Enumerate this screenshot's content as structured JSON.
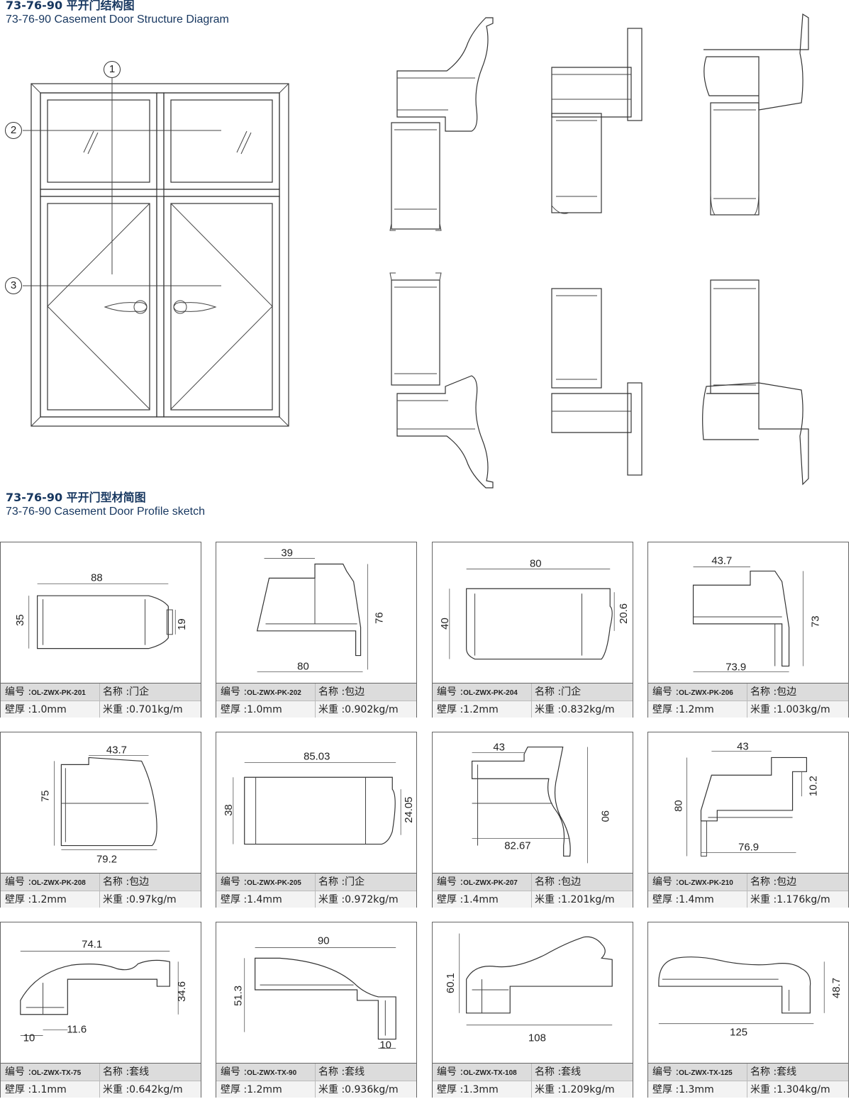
{
  "structure_section": {
    "title_zh": "73-76-90 平开门结构图",
    "title_en": "73-76-90 Casement Door Structure Diagram",
    "callouts": [
      "1",
      "2",
      "3"
    ]
  },
  "profile_section": {
    "title_zh": "73-76-90 平开门型材简图",
    "title_en": "73-76-90 Casement Door Profile sketch"
  },
  "labels": {
    "code_label": "编号 :",
    "name_label": "名称 :",
    "wall_label": "壁厚 :",
    "weight_label": "米重 :"
  },
  "profiles": [
    {
      "code": "OL-ZWX-PK-201",
      "name": "门企",
      "wall": "1.0mm",
      "weight": "0.701kg/m",
      "dims": [
        "88",
        "35",
        "19"
      ]
    },
    {
      "code": "OL-ZWX-PK-202",
      "name": "包边",
      "wall": "1.0mm",
      "weight": "0.902kg/m",
      "dims": [
        "39",
        "76",
        "80"
      ]
    },
    {
      "code": "OL-ZWX-PK-204",
      "name": "门企",
      "wall": "1.2mm",
      "weight": "0.832kg/m",
      "dims": [
        "80",
        "40",
        "20.6"
      ]
    },
    {
      "code": "OL-ZWX-PK-206",
      "name": "包边",
      "wall": "1.2mm",
      "weight": "1.003kg/m",
      "dims": [
        "43.7",
        "73",
        "73.9"
      ]
    },
    {
      "code": "OL-ZWX-PK-208",
      "name": "包边",
      "wall": "1.2mm",
      "weight": "0.97kg/m",
      "dims": [
        "43.7",
        "75",
        "79.2"
      ]
    },
    {
      "code": "OL-ZWX-PK-205",
      "name": "门企",
      "wall": "1.4mm",
      "weight": "0.972kg/m",
      "dims": [
        "85.03",
        "38",
        "24.05"
      ]
    },
    {
      "code": "OL-ZWX-PK-207",
      "name": "包边",
      "wall": "1.4mm",
      "weight": "1.201kg/m",
      "dims": [
        "43",
        "90",
        "82.67"
      ]
    },
    {
      "code": "OL-ZWX-PK-210",
      "name": "包边",
      "wall": "1.4mm",
      "weight": "1.176kg/m",
      "dims": [
        "43",
        "80",
        "10.2",
        "76.9"
      ]
    },
    {
      "code": "OL-ZWX-TX-75",
      "name": "套线",
      "wall": "1.1mm",
      "weight": "0.642kg/m",
      "dims": [
        "74.1",
        "34.6",
        "10",
        "11.6"
      ]
    },
    {
      "code": "OL-ZWX-TX-90",
      "name": "套线",
      "wall": "1.2mm",
      "weight": "0.936kg/m",
      "dims": [
        "90",
        "51.3",
        "10"
      ]
    },
    {
      "code": "OL-ZWX-TX-108",
      "name": "套线",
      "wall": "1.3mm",
      "weight": "1.209kg/m",
      "dims": [
        "60.1",
        "108"
      ]
    },
    {
      "code": "OL-ZWX-TX-125",
      "name": "套线",
      "wall": "1.3mm",
      "weight": "1.304kg/m",
      "dims": [
        "48.7",
        "125"
      ]
    }
  ]
}
